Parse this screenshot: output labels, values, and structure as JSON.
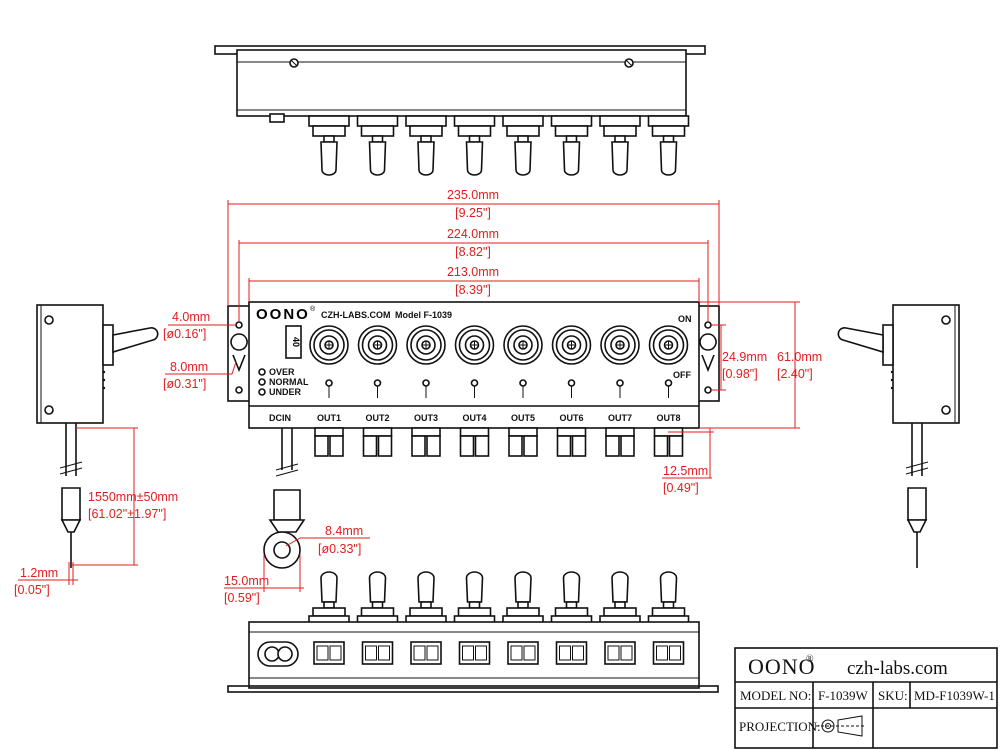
{
  "colors": {
    "line": "#111111",
    "dimension": "#e01e1e",
    "background": "#ffffff"
  },
  "panel": {
    "brand": "OONO",
    "trademark": "®",
    "website": "CZH-LABS.COM",
    "model": "Model F-1039",
    "fuse_value": "40",
    "on_label": "ON",
    "off_label": "OFF",
    "dc_in_label": "DCIN",
    "indicators": [
      "OVER",
      "NORMAL",
      "UNDER"
    ],
    "outputs": [
      "OUT1",
      "OUT2",
      "OUT3",
      "OUT4",
      "OUT5",
      "OUT6",
      "OUT7",
      "OUT8"
    ]
  },
  "dimensions": {
    "overall_width": {
      "mm": "235.0mm",
      "inch": "[9.25\"]"
    },
    "hole_pitch": {
      "mm": "224.0mm",
      "inch": "[8.82\"]"
    },
    "body_width": {
      "mm": "213.0mm",
      "inch": "[8.39\"]"
    },
    "hole_small": {
      "mm": "4.0mm",
      "inch": "[ø0.16\"]"
    },
    "hole_large": {
      "mm": "8.0mm",
      "inch": "[ø0.31\"]"
    },
    "hole_spacing_v": {
      "mm": "24.9mm",
      "inch": "[0.98\"]"
    },
    "height": {
      "mm": "61.0mm",
      "inch": "[2.40\"]"
    },
    "connector_depth": {
      "mm": "12.5mm",
      "inch": "[0.49\"]"
    },
    "cable_length": {
      "mm": "1550mm±50mm",
      "inch": "[61.02\"±1.97\"]"
    },
    "ring_hole": {
      "mm": "8.4mm",
      "inch": "[ø0.33\"]"
    },
    "ring_size": {
      "mm": "15.0mm",
      "inch": "[0.59\"]"
    },
    "wire_tip": {
      "mm": "1.2mm",
      "inch": "[0.05\"]"
    }
  },
  "title_block": {
    "brand": "OONO",
    "trademark": "®",
    "website": "czh-labs.com",
    "model_label": "MODEL NO:",
    "model_value": "F-1039W",
    "sku_label": "SKU:",
    "sku_value": "MD-F1039W-1",
    "projection_label": "PROJECTION:"
  }
}
